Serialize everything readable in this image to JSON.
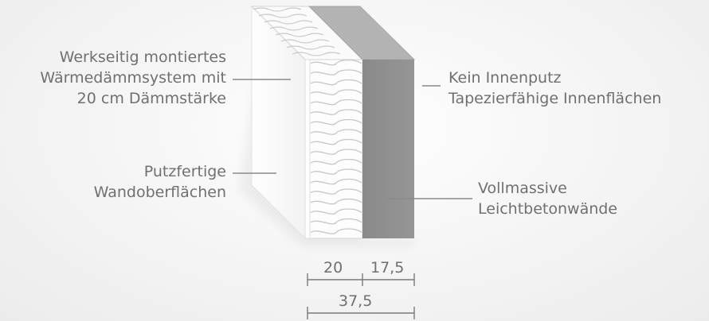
{
  "labels": {
    "insulation": [
      "Werkseitig montiertes",
      "Wärmedämmsystem mit",
      "20 cm Dämmstärke"
    ],
    "plaster": [
      "Putzfertige",
      "Wandoberflächen"
    ],
    "interior": [
      "Kein Innenputz",
      "Tapezierfähige Innenflächen"
    ],
    "walls": [
      "Vollmassive",
      "Leichtbetonwände"
    ]
  },
  "dimensions": {
    "insulation_thickness": "20",
    "wall_thickness": "17,5",
    "total_thickness": "37,5"
  },
  "colors": {
    "text": "#707070",
    "leader_line": "#8a8a8a",
    "concrete_front": "#8e8e8e",
    "concrete_top": "#b8b8b8",
    "concrete_side": "#a4a4a4",
    "plaster": "#ffffff",
    "insulation_line": "#c8c8c8"
  }
}
